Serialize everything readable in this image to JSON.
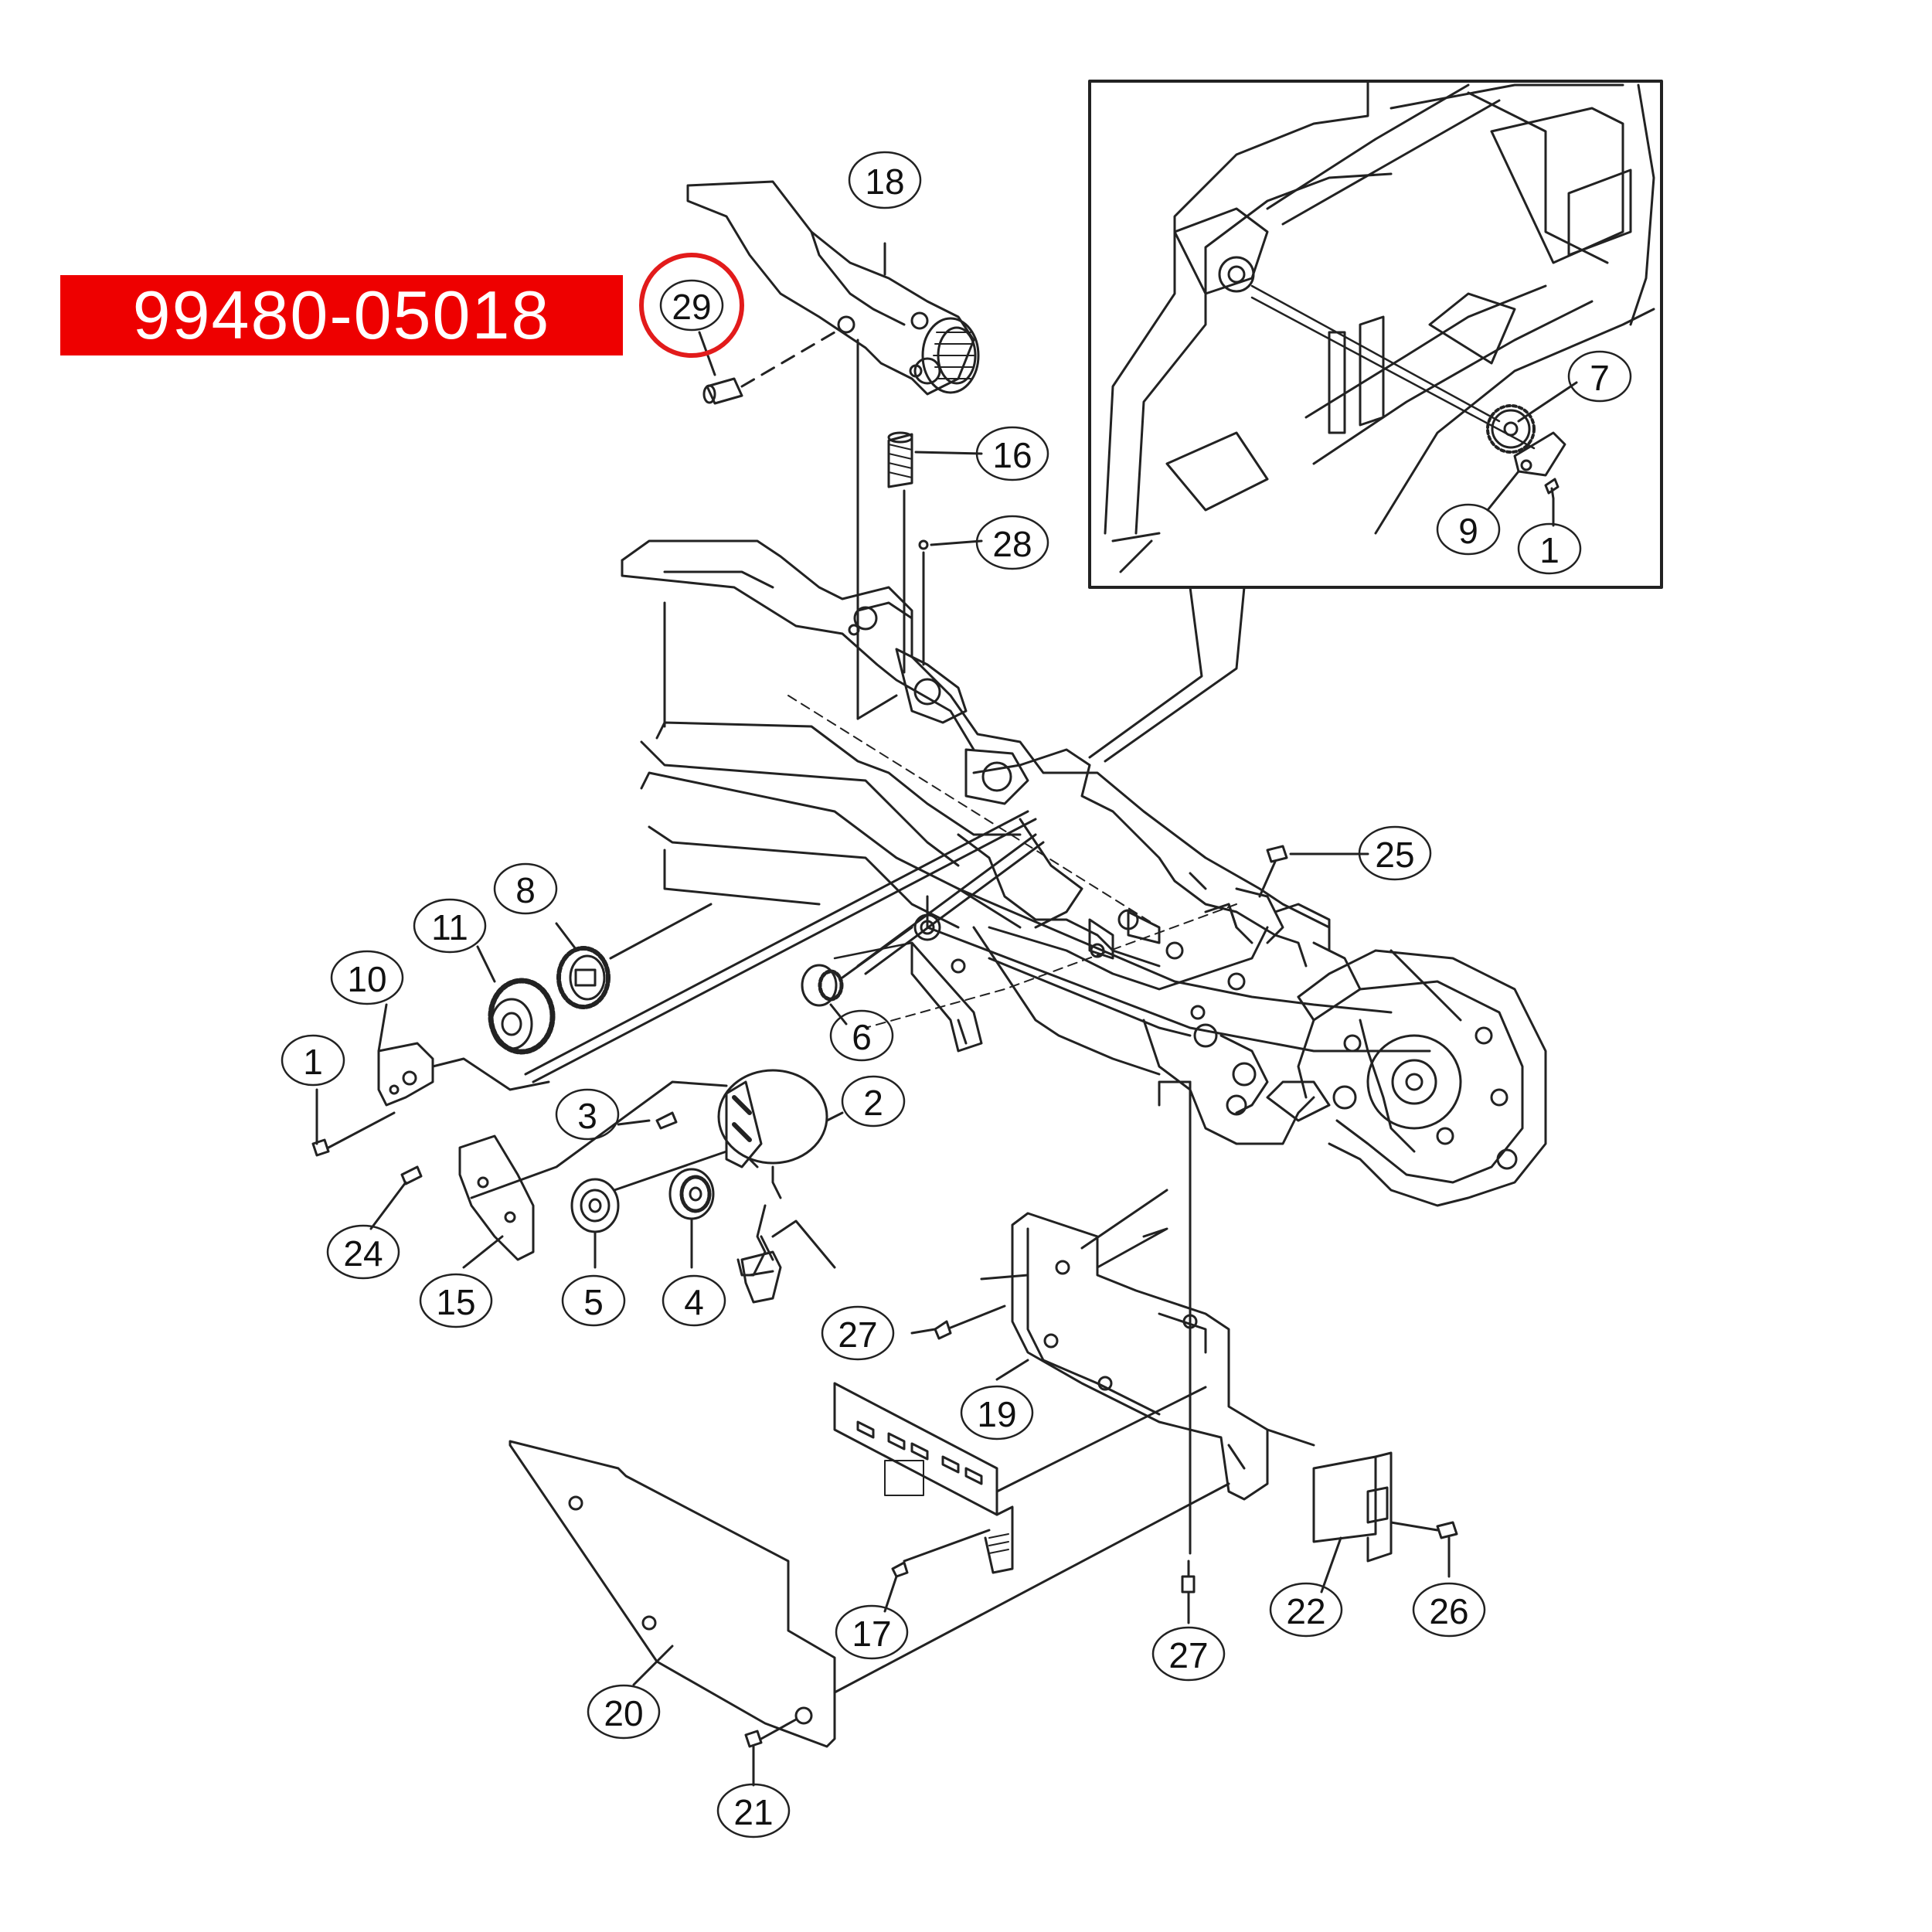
{
  "highlight": {
    "part_number": "99480-05018",
    "highlighted_callout": "29",
    "banner_color": "#ee0000",
    "text_color": "#ffffff"
  },
  "callouts": {
    "c18": "18",
    "c29": "29",
    "c16": "16",
    "c28": "28",
    "c7": "7",
    "c9": "9",
    "c1a": "1",
    "c25": "25",
    "c8": "8",
    "c11": "11",
    "c10": "10",
    "c6": "6",
    "c1b": "1",
    "c3": "3",
    "c2": "2",
    "c24": "24",
    "c15": "15",
    "c5": "5",
    "c4": "4",
    "c27a": "27",
    "c19": "19",
    "c17": "17",
    "c27b": "27",
    "c22": "22",
    "c26": "26",
    "c20": "20",
    "c21": "21"
  }
}
